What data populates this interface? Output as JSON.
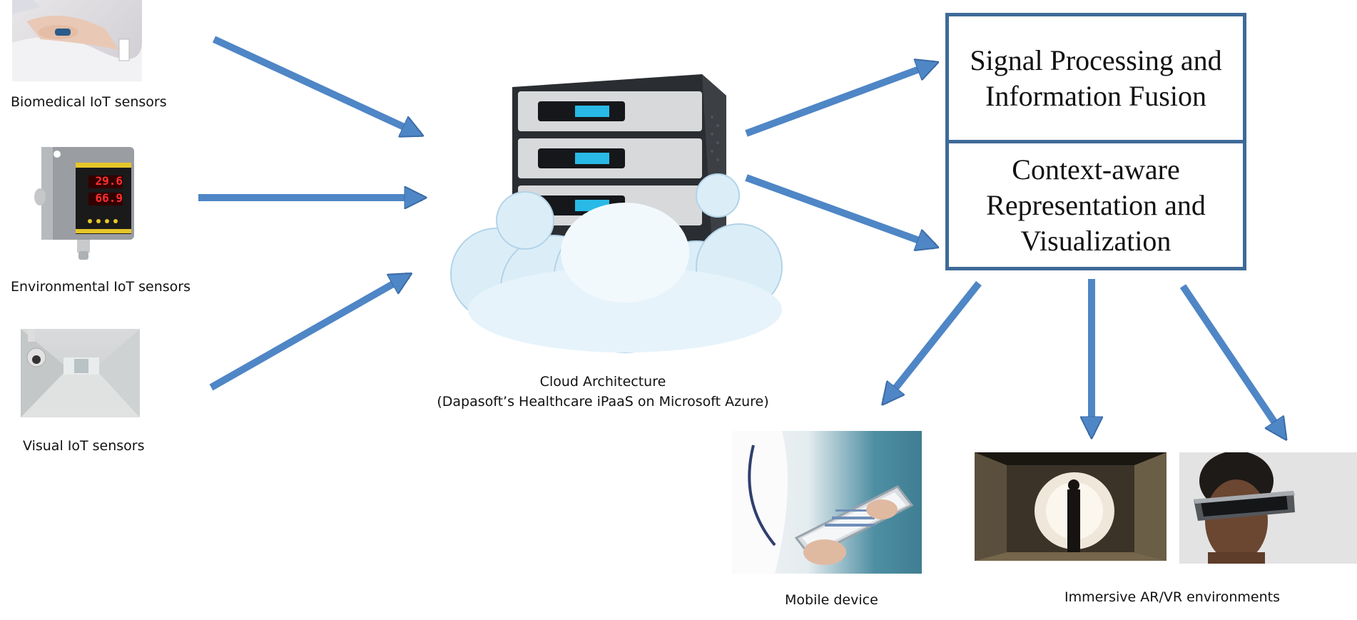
{
  "sources": {
    "biomedical_label": "Biomedical IoT sensors",
    "environmental_label": "Environmental IoT sensors",
    "visual_label": "Visual IoT sensors",
    "environmental_readings": {
      "top": "29.6",
      "bottom": "66.9"
    }
  },
  "cloud": {
    "title": "Cloud Architecture",
    "subtitle": "(Dapasoft’s Healthcare iPaaS on Microsoft Azure)"
  },
  "processing": {
    "box1": "Signal Processing and Information Fusion",
    "box2": "Context-aware Representation and Visualization"
  },
  "outputs": {
    "mobile_label": "Mobile device",
    "immersive_label": "Immersive AR/VR environments"
  },
  "colors": {
    "arrow": "#4f86c6",
    "arrow_edge": "#3a6aa6",
    "box_border": "#3f6a98"
  }
}
